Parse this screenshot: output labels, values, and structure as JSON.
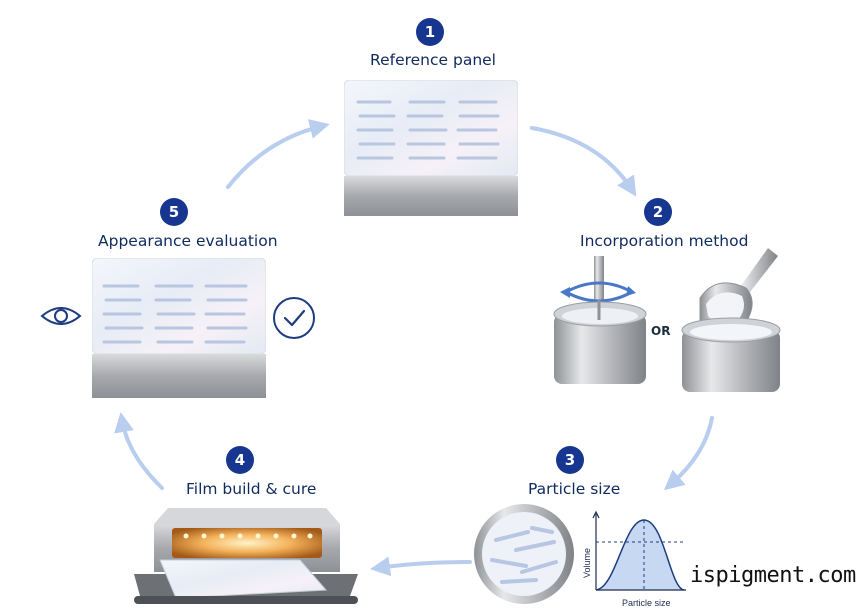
{
  "steps": [
    {
      "number": "1",
      "title": "Reference panel"
    },
    {
      "number": "2",
      "title": "Incorporation method"
    },
    {
      "number": "3",
      "title": "Particle size"
    },
    {
      "number": "4",
      "title": "Film build & cure"
    },
    {
      "number": "5",
      "title": "Appearance evaluation"
    }
  ],
  "incorporation": {
    "or_label": "OR"
  },
  "distribution_plot": {
    "ylabel": "Volume",
    "xlabel": "Particle size"
  },
  "watermark": "ispigment.com",
  "colors": {
    "accent": "#16368f",
    "arrow": "#b9cdee",
    "curve_fill": "#c7d8f3",
    "curve_line": "#1d3d80"
  },
  "icons": [
    "eye-icon",
    "check-circle-icon",
    "rotation-arrow-icon"
  ]
}
